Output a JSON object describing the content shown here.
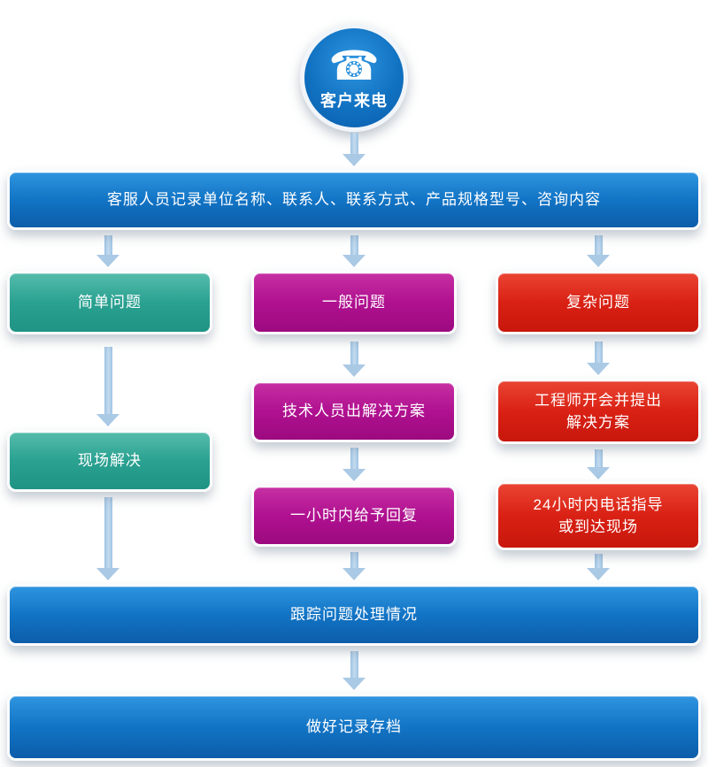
{
  "flow": {
    "start": "客户来电",
    "record": "客服人员记录单位名称、联系人、联系方式、产品规格型号、咨询内容",
    "simple": "简单问题",
    "general": "一般问题",
    "complex": "复杂问题",
    "onsite": "现场解决",
    "tech": "技术人员出解决方案",
    "meeting": "工程师开会并提出\n解决方案",
    "reply": "一小时内给予回复",
    "guide": "24小时内电话指导\n或到达现场",
    "track": "跟踪问题处理情况",
    "archive": "做好记录存档"
  },
  "icons": {
    "phone_glyph": "☎"
  },
  "colors": {
    "blue": "#1274c5",
    "teal": "#2aa191",
    "magenta": "#b01190",
    "red": "#d92114",
    "arrow": "#aac9e5",
    "text": "#ffffff"
  }
}
